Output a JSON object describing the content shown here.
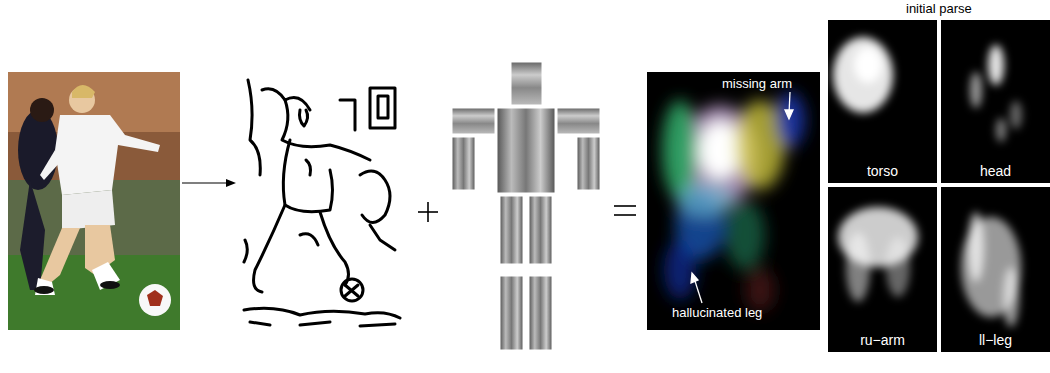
{
  "diagram": {
    "nodes": [
      {
        "text": [
          "torso"
        ]
      },
      {
        "text": [
          "head"
        ]
      },
      {
        "text": [
          "ru−arm"
        ]
      },
      {
        "text": [
          "ll−leg"
        ]
      }
    ],
    "labels": [
      "missing arm",
      "hallucinated leg",
      "initial parse"
    ]
  }
}
